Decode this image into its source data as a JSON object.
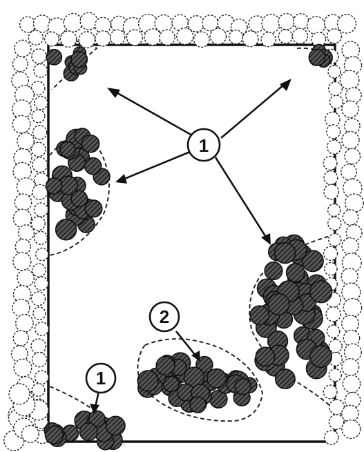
{
  "callouts": {
    "center_label": "1",
    "bottom_left_label": "1",
    "middle_label": "2"
  },
  "colors": {
    "ink": "#111111",
    "fill_dark": "#3a3a3a",
    "background": "#ffffff"
  },
  "icons": {
    "empty_particle": "open-circle",
    "filled_particle": "hatched-circle"
  }
}
